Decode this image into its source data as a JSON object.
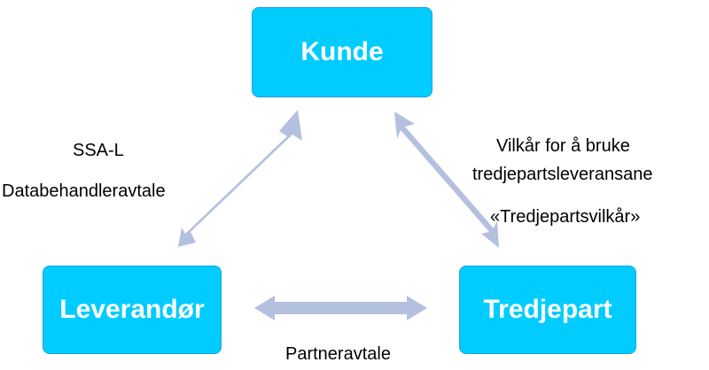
{
  "colors": {
    "node_fill": "#00CCFF",
    "node_text": "#FFFFFF",
    "arrow": "#B4C0E0"
  },
  "nodes": {
    "kunde": "Kunde",
    "leverandor": "Leverandør",
    "tredjepart": "Tredjepart"
  },
  "labels": {
    "ssa": "SSA-L",
    "databehandler": "Databehandleravtale",
    "vilkar_line1": "Vilkår for å bruke",
    "vilkar_line2": "tredjepartsleveransane",
    "vilkar_line3": "«Tredjepartsvilkår»",
    "partner": "Partneravtale"
  }
}
